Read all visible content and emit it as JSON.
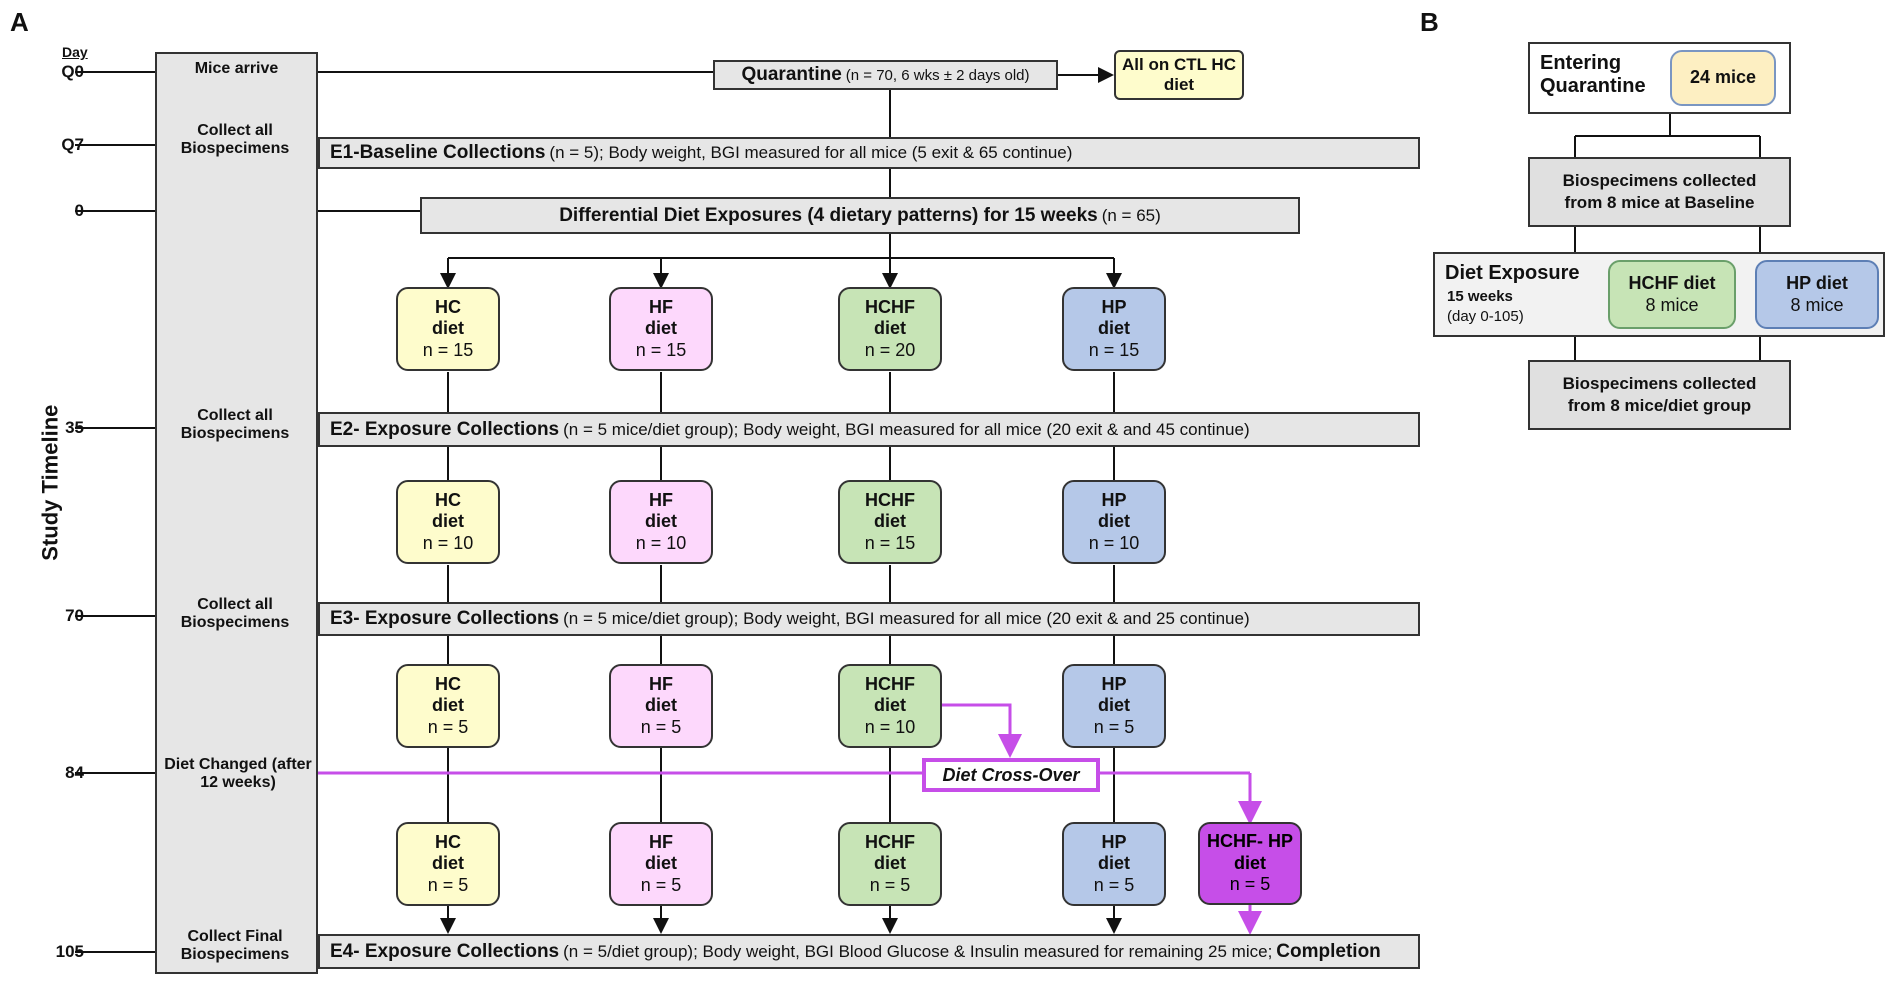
{
  "panels": {
    "a": "A",
    "b": "B"
  },
  "timeline": {
    "axis_label": "Study Timeline",
    "day_header": "Day",
    "ticks": [
      "Q0",
      "Q7",
      "0",
      "35",
      "70",
      "84",
      "105"
    ],
    "events": [
      "Mice arrive",
      "Collect all Biospecimens",
      "Collect all Biospecimens",
      "Collect all Biospecimens",
      "Diet Changed (after 12 weeks)",
      "Collect Final Biospecimens"
    ]
  },
  "panel_a": {
    "quarantine": {
      "bold": "Quarantine",
      "rest": "(n = 70, 6 wks ± 2 days old)"
    },
    "all_ctl": "All on CTL HC diet",
    "e1": {
      "bold": "E1-Baseline Collections",
      "rest": "(n = 5); Body weight, BGI measured for all mice (5 exit & 65 continue)"
    },
    "diff_diet": {
      "bold": "Differential Diet Exposures (4 dietary patterns) for 15 weeks",
      "rest": "(n = 65)"
    },
    "e2": {
      "bold": "E2- Exposure Collections",
      "rest": "(n = 5 mice/diet group); Body weight, BGI measured for all mice (20 exit & and 45 continue)"
    },
    "e3": {
      "bold": "E3- Exposure Collections",
      "rest": "(n = 5 mice/diet group); Body weight, BGI measured for all mice (20 exit & and 25 continue)"
    },
    "e4": {
      "bold": "E4- Exposure Collections",
      "rest": "(n = 5/diet group); Body weight, BGI Blood Glucose & Insulin measured for remaining 25 mice;",
      "end": "Completion"
    },
    "crossover": "Diet Cross-Over",
    "diet_word": "diet",
    "rows": [
      [
        {
          "name": "HC",
          "n": "n = 15"
        },
        {
          "name": "HF",
          "n": "n = 15"
        },
        {
          "name": "HCHF",
          "n": "n = 20"
        },
        {
          "name": "HP",
          "n": "n = 15"
        }
      ],
      [
        {
          "name": "HC",
          "n": "n = 10"
        },
        {
          "name": "HF",
          "n": "n = 10"
        },
        {
          "name": "HCHF",
          "n": "n = 15"
        },
        {
          "name": "HP",
          "n": "n = 10"
        }
      ],
      [
        {
          "name": "HC",
          "n": "n = 5"
        },
        {
          "name": "HF",
          "n": "n = 5"
        },
        {
          "name": "HCHF",
          "n": "n = 10"
        },
        {
          "name": "HP",
          "n": "n = 5"
        }
      ],
      [
        {
          "name": "HC",
          "n": "n = 5"
        },
        {
          "name": "HF",
          "n": "n = 5"
        },
        {
          "name": "HCHF",
          "n": "n = 5"
        },
        {
          "name": "HP",
          "n": "n = 5"
        }
      ]
    ],
    "crossover_group": {
      "name": "HCHF- HP diet",
      "n": "n = 5"
    }
  },
  "panel_b": {
    "entering": "Entering Quarantine",
    "mice24": "24 mice",
    "baseline": "Biospecimens collected from 8 mice at Baseline",
    "diet_exposure": "Diet Exposure",
    "weeks": "15 weeks",
    "days": "(day 0-105)",
    "hchf": {
      "name": "HCHF diet",
      "n": "8 mice"
    },
    "hp": {
      "name": "HP diet",
      "n": "8 mice"
    },
    "final": "Biospecimens collected from 8 mice/diet group"
  },
  "colors": {
    "hc": "#fefccc",
    "hf": "#fdd8fc",
    "hchf": "#c7e4b6",
    "hp": "#b5c8e8",
    "crossover": "#c64ee8",
    "bar": "#e6e6e6"
  }
}
